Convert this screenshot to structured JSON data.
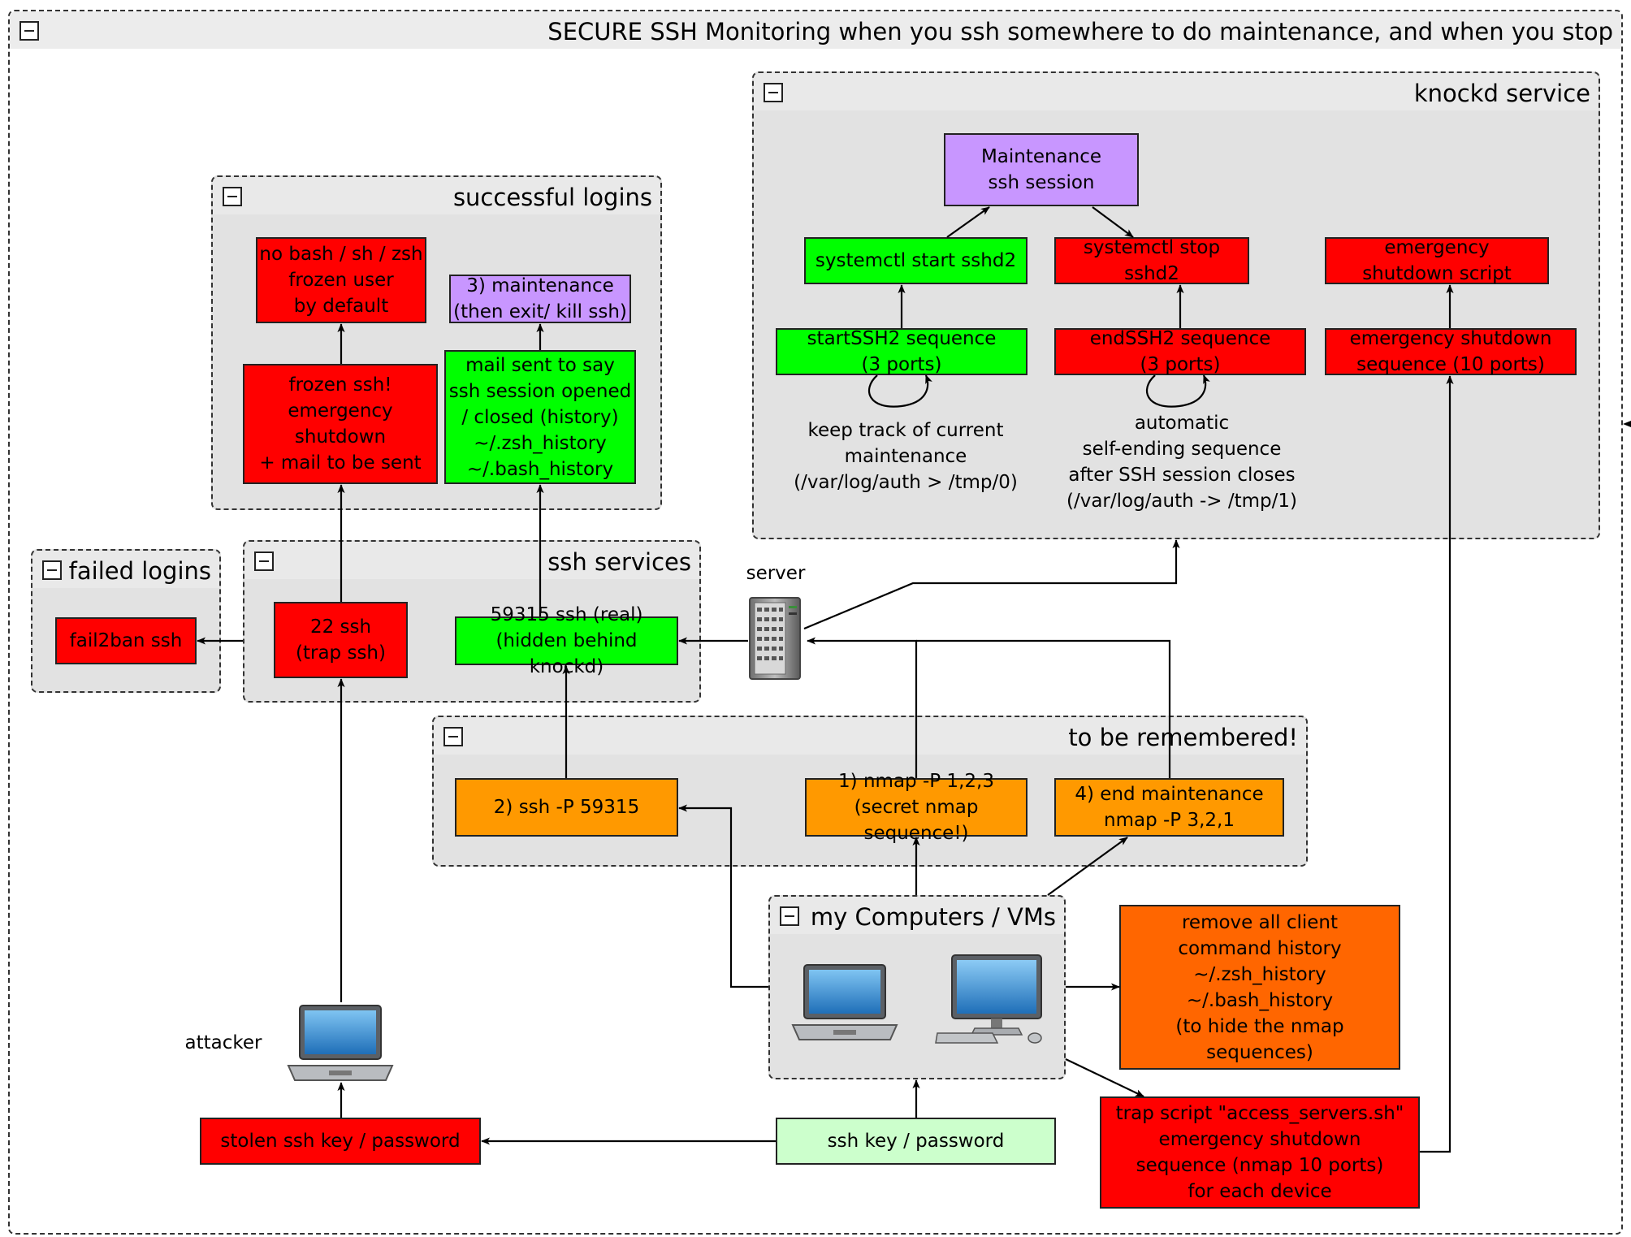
{
  "colors": {
    "red": "#ff0000",
    "green": "#00ff00",
    "purple": "#c896ff",
    "orange": "#ff9900",
    "dark_orange": "#ff6600",
    "light_green": "#ccffcc",
    "group_bg": "#e2e2e2"
  },
  "groups": {
    "main": "SECURE SSH Monitoring when you ssh somewhere to do maintenance, and when you stop",
    "knockd": "knockd service",
    "successful": "successful logins",
    "failed": "failed logins",
    "services": "ssh services",
    "remember": "to be remembered!",
    "computers": "my Computers / VMs"
  },
  "nodes": {
    "maintenance_session": "Maintenance\nssh session",
    "start_sshd2": "systemctl start sshd2",
    "stop_sshd2": "systemctl stop sshd2",
    "emergency_script": "emergency\nshutdown script",
    "start_seq": "startSSH2 sequence\n(3 ports)",
    "end_seq": "endSSH2 sequence\n(3 ports)",
    "emergency_seq": "emergency shutdown\nsequence (10 ports)",
    "no_bash": "no bash / sh / zsh\nfrozen user\nby default",
    "maintenance3": "3) maintenance\n(then exit/ kill ssh)",
    "frozen": "frozen ssh!\nemergency\nshutdown\n+ mail to be sent",
    "mail_sent": "mail sent to say\nssh session opened\n/ closed (history)\n~/.zsh_history\n~/.bash_history",
    "fail2ban": "fail2ban ssh",
    "ssh22": "22 ssh\n(trap ssh)",
    "ssh59315": "59315 ssh (real)\n(hidden behind knockd)",
    "ssh_p": "2) ssh -P 59315",
    "nmap123": "1) nmap -P 1,2,3\n(secret nmap sequence!)",
    "end_maint": "4) end maintenance\nnmap -P 3,2,1",
    "remove_history": "remove all client\ncommand history\n~/.zsh_history\n~/.bash_history\n(to hide the nmap sequences)",
    "trap_script": "trap script \"access_servers.sh\"\nemergency shutdown\nsequence (nmap 10 ports)\nfor each device",
    "stolen_key": "stolen ssh key / password",
    "ssh_key": "ssh key / password"
  },
  "labels": {
    "keep_track": "keep track of current\nmaintenance\n(/var/log/auth > /tmp/0)",
    "automatic": "automatic\nself-ending sequence\nafter SSH session closes\n(/var/log/auth -> /tmp/1)",
    "server": "server",
    "attacker": "attacker"
  },
  "icons": [
    "server-icon",
    "laptop-icon",
    "desktop-icon"
  ]
}
